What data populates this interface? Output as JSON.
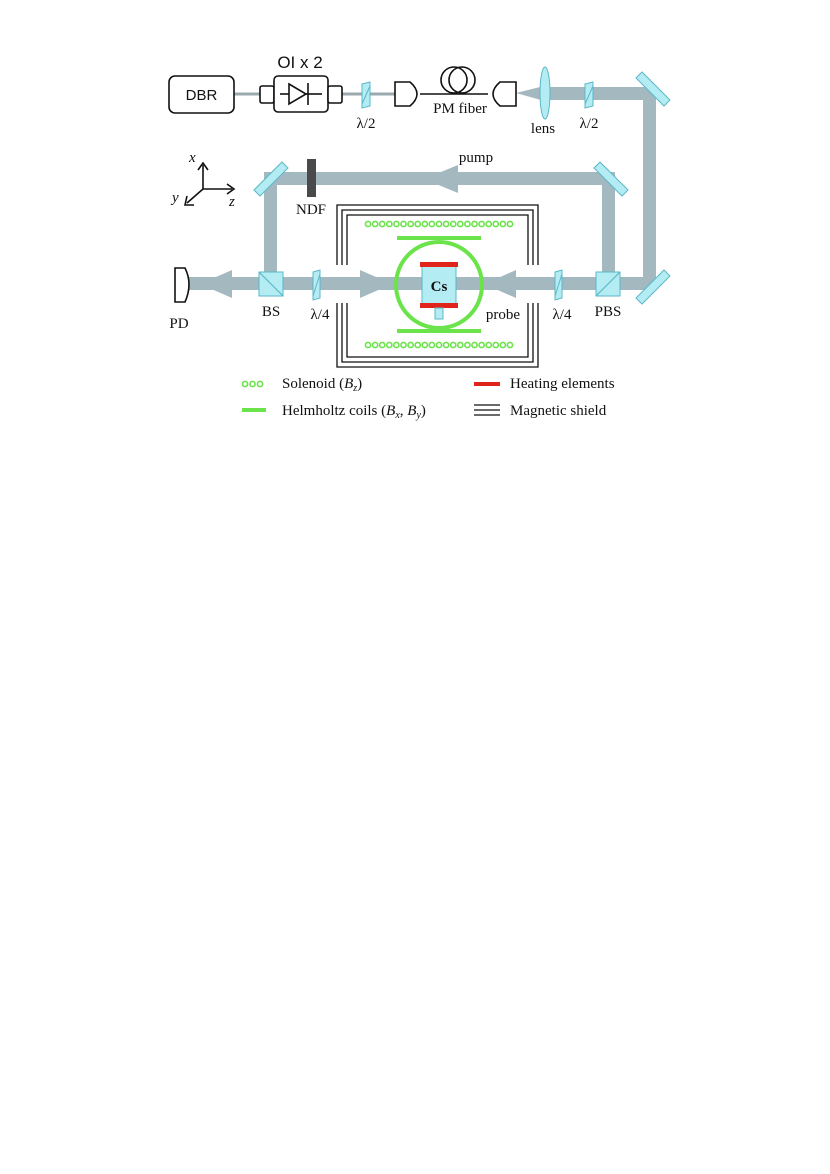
{
  "labels": {
    "dbr": "DBR",
    "oi": "OI x 2",
    "halfwave_1": "λ/2",
    "pm_fiber": "PM fiber",
    "lens": "lens",
    "halfwave_2": "λ/2",
    "pump": "pump",
    "ndf": "NDF",
    "pd": "PD",
    "bs": "BS",
    "quarterwave_left": "λ/4",
    "cs": "Cs",
    "probe": "probe",
    "quarterwave_right": "λ/4",
    "pbs": "PBS"
  },
  "axes": {
    "x": "x",
    "y": "y",
    "z": "z"
  },
  "legend": {
    "solenoid": "Solenoid (",
    "solenoid_var": "B",
    "solenoid_sub": "z",
    "solenoid_end": ")",
    "helmholtz": "Helmholtz coils (",
    "helmholtz_var1": "B",
    "helmholtz_sub1": "x",
    "helmholtz_sep": ", ",
    "helmholtz_var2": "B",
    "helmholtz_sub2": "y",
    "helmholtz_end": ")",
    "heating": "Heating elements",
    "shield": "Magnetic shield"
  },
  "colors": {
    "beam": "#a3b8bf",
    "optic": "#b3ecf2",
    "optic_edge": "#5bb7c9",
    "coil": "#6be34a",
    "heater": "#e0241b",
    "filter": "#4a4a4a"
  }
}
